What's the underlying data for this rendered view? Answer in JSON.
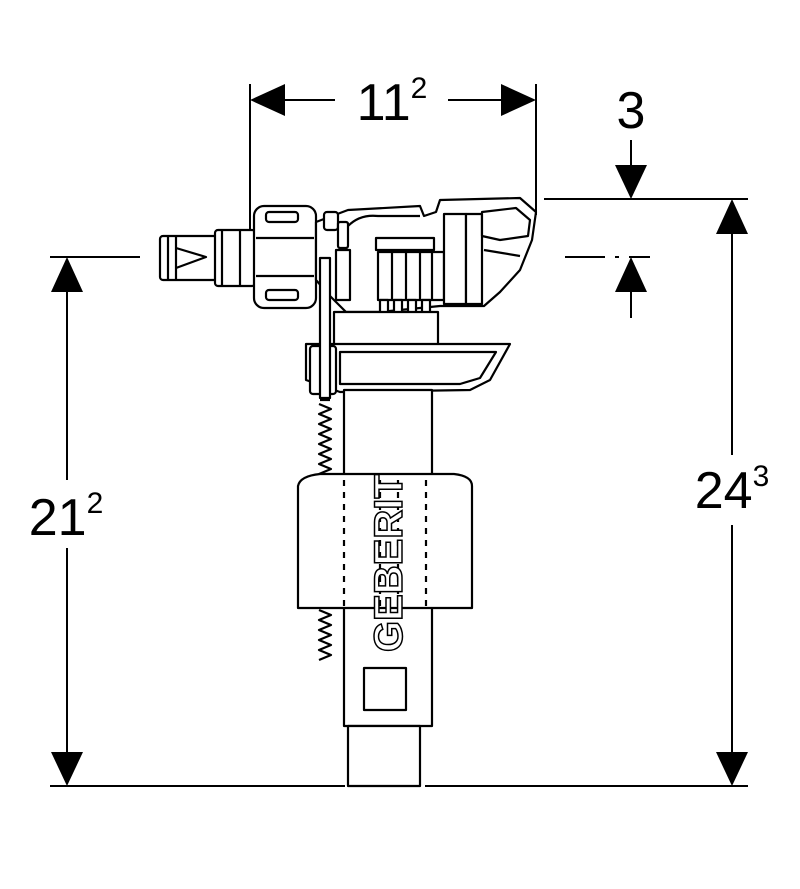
{
  "dimensions": {
    "width_top": {
      "main": "11",
      "sup": "2"
    },
    "offset_right": {
      "main": "3",
      "sup": ""
    },
    "height_left": {
      "main": "21",
      "sup": "2"
    },
    "height_right": {
      "main": "24",
      "sup": "3"
    }
  },
  "brand": {
    "logo_text": "GEBERIT"
  },
  "colors": {
    "line": "#000000",
    "background": "#ffffff"
  }
}
